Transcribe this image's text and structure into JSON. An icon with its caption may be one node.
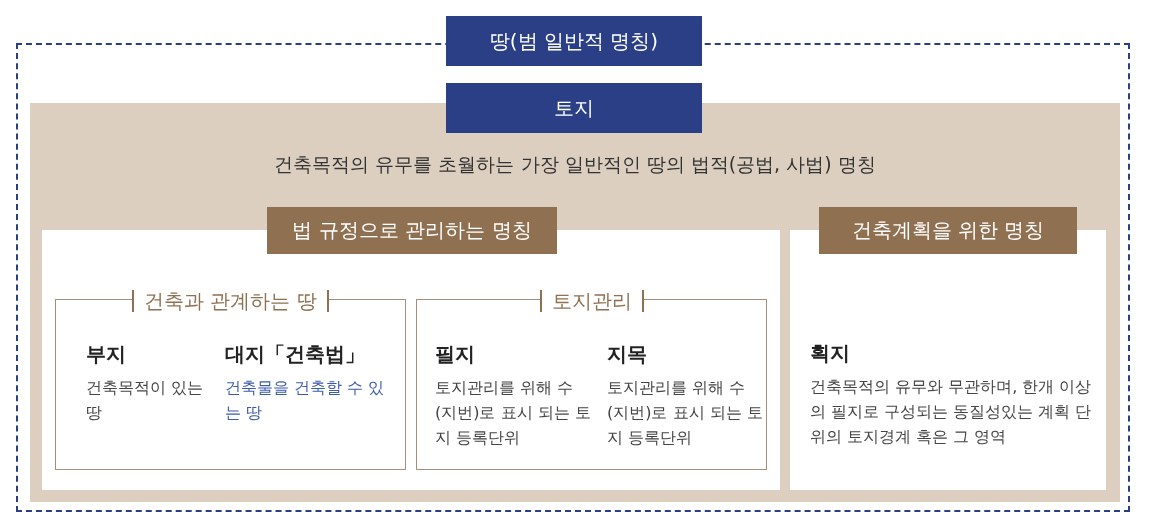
{
  "diagram": {
    "nodes": [
      {
        "text": [
          "땅(범 일반적 명칭)"
        ]
      },
      {
        "text": [
          "토지",
          "건축목적의 유무를 초월하는 가장 일반적인 땅의 법적(공법, 사법) 명칭"
        ],
        "in": 0
      },
      {
        "text": [
          "법 규정으로 관리하는 명칭"
        ],
        "in": 1
      },
      {
        "text": [
          "건축과 관계하는 땅",
          "부지",
          "건축목적이 있는 땅",
          "대지「건축법」",
          "건축물을 건축할 수 있는 땅"
        ],
        "in": 2
      },
      {
        "text": [
          "토지관리",
          "필지",
          "토지관리를 위해 수(지번)로 표시 되는 토지 등록단위",
          "지목",
          "토지관리를 위해 수(지번)로 표시 되는 토지 등록단위"
        ],
        "in": 2
      },
      {
        "text": [
          "건축계획을 위한 명칭",
          "획지",
          "건축목적의 유무와 무관하며, 한개 이상의 필지로 구성되는 동질성있는 계획 단위의 토지경계 혹은 그 영역"
        ],
        "in": 1
      }
    ]
  }
}
